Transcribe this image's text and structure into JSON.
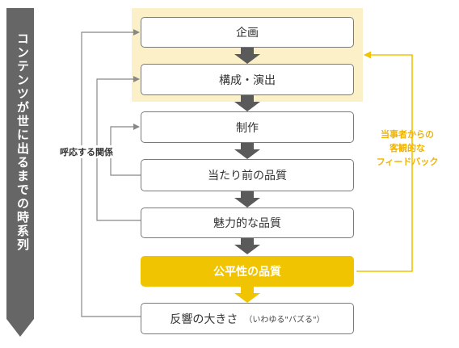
{
  "timeline": {
    "label": "コンテンツが世に出るまでの時系列"
  },
  "steps": [
    {
      "label": "企画"
    },
    {
      "label": "構成・演出"
    },
    {
      "label": "制作"
    },
    {
      "label": "当たり前の品質"
    },
    {
      "label": "魅力的な品質"
    },
    {
      "label": "公平性の品質"
    },
    {
      "label": "反響の大きさ",
      "note": "（いわゆる\"バズる\"）"
    }
  ],
  "relation_label": "呼応する関係",
  "feedback": {
    "lines": [
      "当事者からの",
      "客観的な",
      "フィードバック"
    ]
  },
  "colors": {
    "accent": "#f0c400",
    "highlight_bg": "#fbf0c8",
    "timeline": "#666666",
    "connector": "#888888",
    "step_arrow": "#5a5a5a"
  }
}
